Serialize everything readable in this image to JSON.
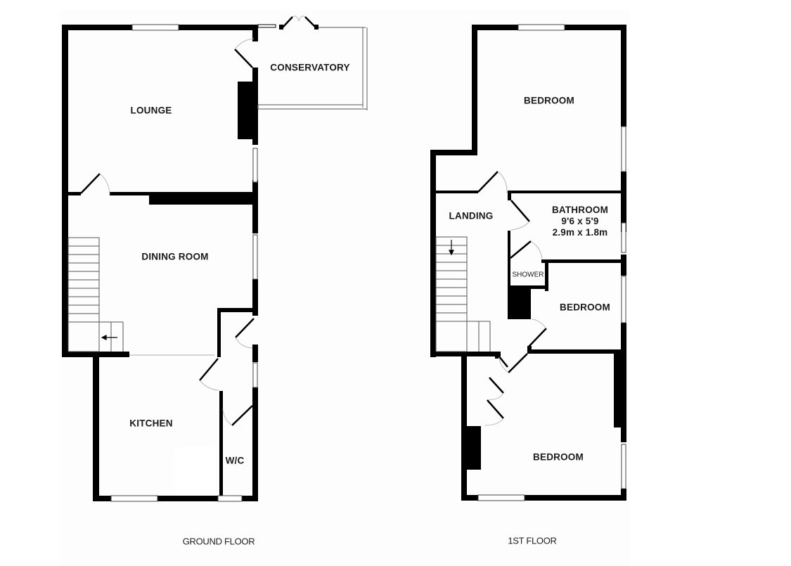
{
  "floors": [
    {
      "id": "ground",
      "label": "GROUND FLOOR",
      "rooms": [
        {
          "id": "lounge",
          "label": "LOUNGE"
        },
        {
          "id": "conservatory",
          "label": "CONSERVATORY"
        },
        {
          "id": "dining-room",
          "label": "DINING ROOM"
        },
        {
          "id": "kitchen",
          "label": "KITCHEN"
        },
        {
          "id": "wc",
          "label": "W/C"
        }
      ]
    },
    {
      "id": "first",
      "label": "1ST FLOOR",
      "rooms": [
        {
          "id": "bedroom-1",
          "label": "BEDROOM"
        },
        {
          "id": "landing",
          "label": "LANDING"
        },
        {
          "id": "bathroom",
          "label": "BATHROOM",
          "dimensions_imperial": "9'6 x 5'9",
          "dimensions_metric": "2.9m x 1.8m"
        },
        {
          "id": "shower",
          "label": "SHOWER"
        },
        {
          "id": "bedroom-2",
          "label": "BEDROOM"
        },
        {
          "id": "bedroom-3",
          "label": "BEDROOM"
        }
      ]
    }
  ],
  "colors": {
    "wall": "#000000",
    "background": "#ffffff",
    "panel": "#fdfdfd",
    "door_swing": "#b8b8b8",
    "text": "#1a1a1a"
  },
  "icons": {
    "stairs_arrow_ground": "arrow-left",
    "stairs_arrow_first": "arrow-down"
  }
}
